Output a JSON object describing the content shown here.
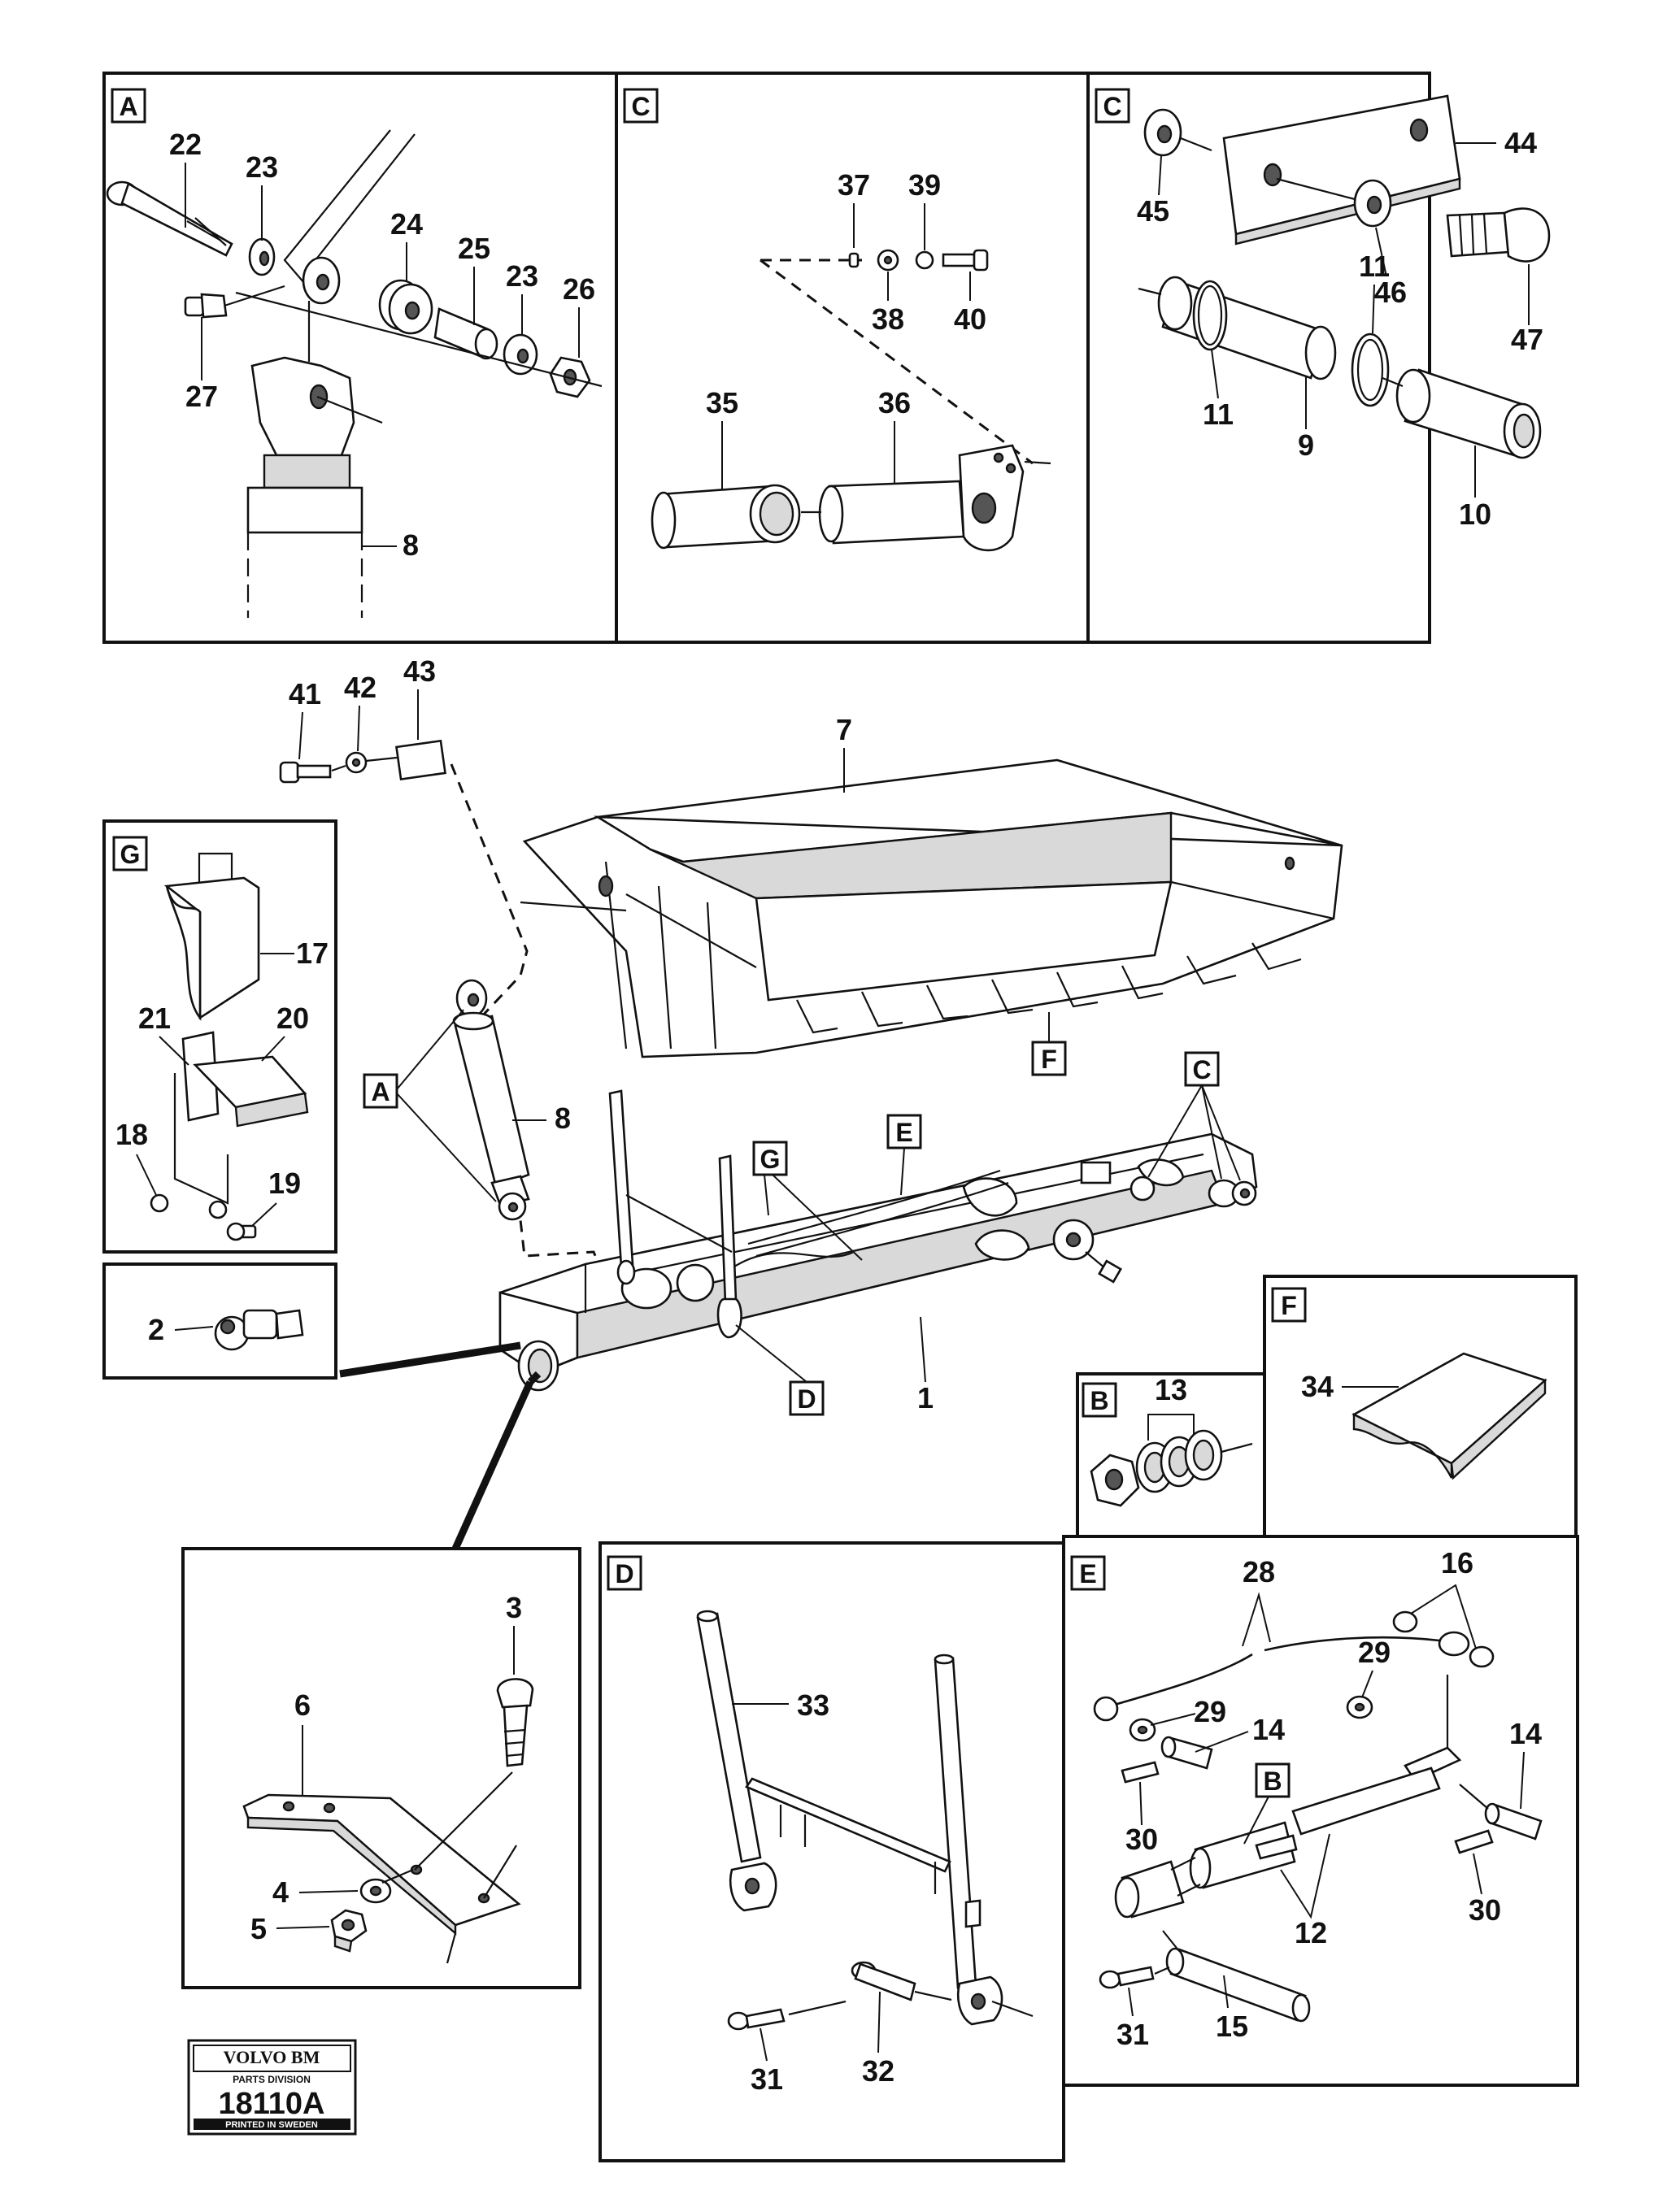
{
  "panels": {
    "A": {
      "tag": "A",
      "labels": {
        "n22": "22",
        "n23a": "23",
        "n24": "24",
        "n25": "25",
        "n23b": "23",
        "n26": "26",
        "n27": "27",
        "n8": "8"
      }
    },
    "C1": {
      "tag": "C",
      "labels": {
        "n37": "37",
        "n39": "39",
        "n38": "38",
        "n40": "40",
        "n35": "35",
        "n36": "36"
      }
    },
    "C2": {
      "tag": "C",
      "labels": {
        "n44": "44",
        "n45": "45",
        "n46": "46",
        "n47": "47",
        "n11a": "11",
        "n11b": "11",
        "n9": "9",
        "n10": "10"
      }
    },
    "G": {
      "tag": "G",
      "labels": {
        "n17": "17",
        "n21": "21",
        "n20": "20",
        "n18": "18",
        "n19": "19"
      }
    },
    "misc2": {
      "labels": {
        "n2": "2"
      }
    },
    "B": {
      "tag": "B",
      "labels": {
        "n13": "13"
      }
    },
    "F": {
      "tag": "F",
      "labels": {
        "n34": "34"
      }
    },
    "bottom_left": {
      "labels": {
        "n3": "3",
        "n6": "6",
        "n4": "4",
        "n5": "5"
      }
    },
    "D": {
      "tag": "D",
      "labels": {
        "n33": "33",
        "n31": "31",
        "n32": "32"
      }
    },
    "E": {
      "tag": "E",
      "labels": {
        "n28": "28",
        "n16": "16",
        "n29a": "29",
        "n14a": "14",
        "n29b": "29",
        "n14b": "14",
        "n30a": "30",
        "n12": "12",
        "n30b": "30",
        "n31": "31",
        "n15": "15",
        "tagB": "B"
      }
    }
  },
  "main": {
    "labels": {
      "n41": "41",
      "n42": "42",
      "n43": "43",
      "n7": "7",
      "n8": "8",
      "n1": "1"
    },
    "tags": {
      "A": "A",
      "F": "F",
      "C": "C",
      "E": "E",
      "G": "G",
      "D": "D"
    }
  },
  "logo": {
    "brand": "VOLVO BM",
    "division": "PARTS DIVISION",
    "code": "18110A",
    "printed": "PRINTED IN SWEDEN"
  }
}
